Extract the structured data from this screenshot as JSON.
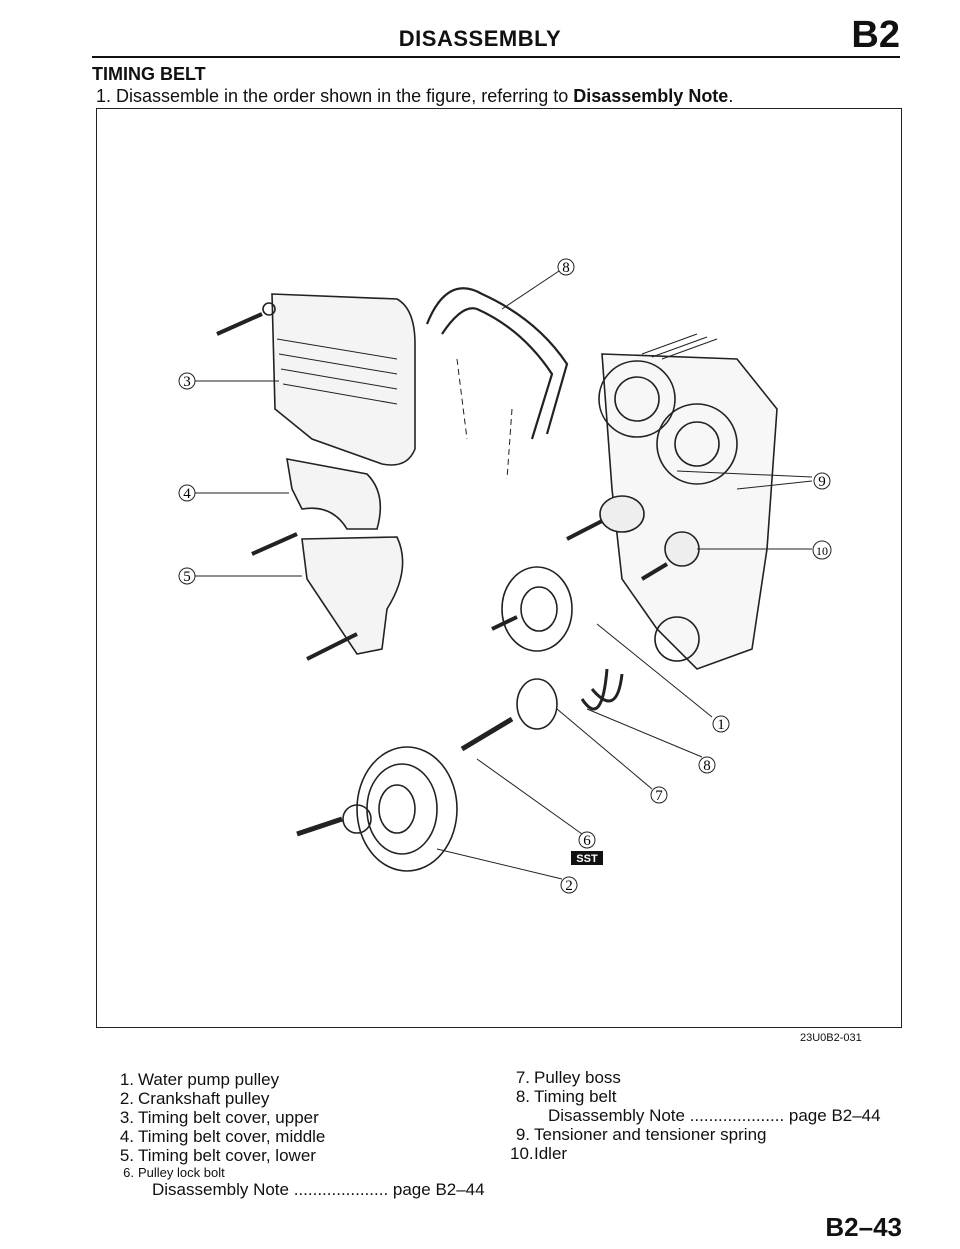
{
  "header": {
    "title": "DISASSEMBLY",
    "section_code": "B2"
  },
  "section_title": "TIMING BELT",
  "instruction": {
    "prefix": "1. Disassemble in the order shown in the figure, referring to ",
    "emphasis": "Disassembly Note",
    "suffix": "."
  },
  "figure": {
    "code": "23U0B2-031",
    "callouts": [
      "1",
      "2",
      "3",
      "4",
      "5",
      "6",
      "7",
      "8",
      "8",
      "9",
      "10"
    ],
    "sst_badge": "SST"
  },
  "legend_left": [
    {
      "num": "1.",
      "text": "Water pump pulley"
    },
    {
      "num": "2.",
      "text": "Crankshaft pulley"
    },
    {
      "num": "3.",
      "text": "Timing belt cover, upper"
    },
    {
      "num": "4.",
      "text": "Timing belt cover, middle"
    },
    {
      "num": "5.",
      "text": "Timing belt cover, lower"
    },
    {
      "num": "6.",
      "text": "Pulley lock bolt"
    },
    {
      "note": "Disassembly Note .................... page B2–44"
    }
  ],
  "legend_right": [
    {
      "num": "7.",
      "text": "Pulley boss"
    },
    {
      "num": "8.",
      "text": "Timing belt"
    },
    {
      "note": "Disassembly Note .................... page B2–44"
    },
    {
      "num": "9.",
      "text": "Tensioner and tensioner spring"
    },
    {
      "num": "10.",
      "text": "Idler"
    }
  ],
  "footer": {
    "page_number": "B2–43"
  }
}
